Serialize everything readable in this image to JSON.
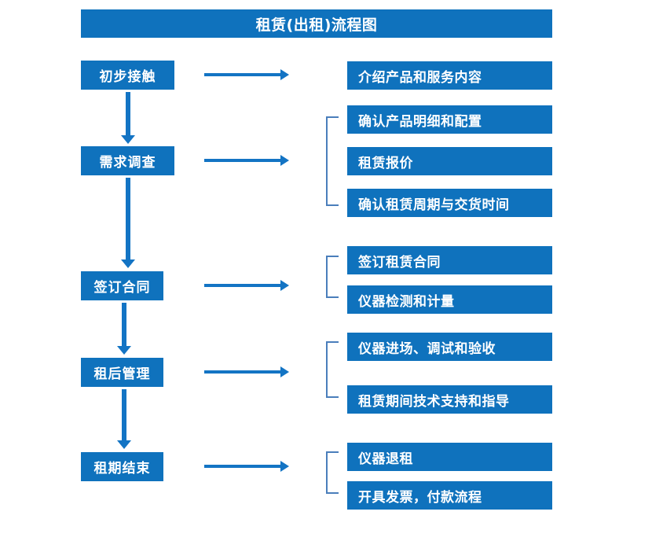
{
  "title": "租赁(出租)流程图",
  "colors": {
    "box_fill": "#0f72bd",
    "arrow": "#1374c4",
    "bracket": "#4a7ebb",
    "text": "#ffffff",
    "background": "#ffffff"
  },
  "stages": [
    {
      "label": "初步接触"
    },
    {
      "label": "需求调查"
    },
    {
      "label": "签订合同"
    },
    {
      "label": "租后管理"
    },
    {
      "label": "租期结束"
    }
  ],
  "groups": [
    {
      "stage": "初步接触",
      "bracketed": false,
      "items": [
        {
          "label": "介绍产品和服务内容"
        }
      ]
    },
    {
      "stage": "需求调查",
      "bracketed": true,
      "items": [
        {
          "label": "确认产品明细和配置"
        },
        {
          "label": "租赁报价"
        },
        {
          "label": "确认租赁周期与交货时间"
        }
      ]
    },
    {
      "stage": "签订合同",
      "bracketed": true,
      "items": [
        {
          "label": "签订租赁合同"
        },
        {
          "label": "仪器检测和计量"
        }
      ]
    },
    {
      "stage": "租后管理",
      "bracketed": true,
      "items": [
        {
          "label": "仪器进场、调试和验收"
        },
        {
          "label": "租赁期间技术支持和指导"
        }
      ]
    },
    {
      "stage": "租期结束",
      "bracketed": true,
      "items": [
        {
          "label": "仪器退租"
        },
        {
          "label": "开具发票，付款流程"
        }
      ]
    }
  ]
}
